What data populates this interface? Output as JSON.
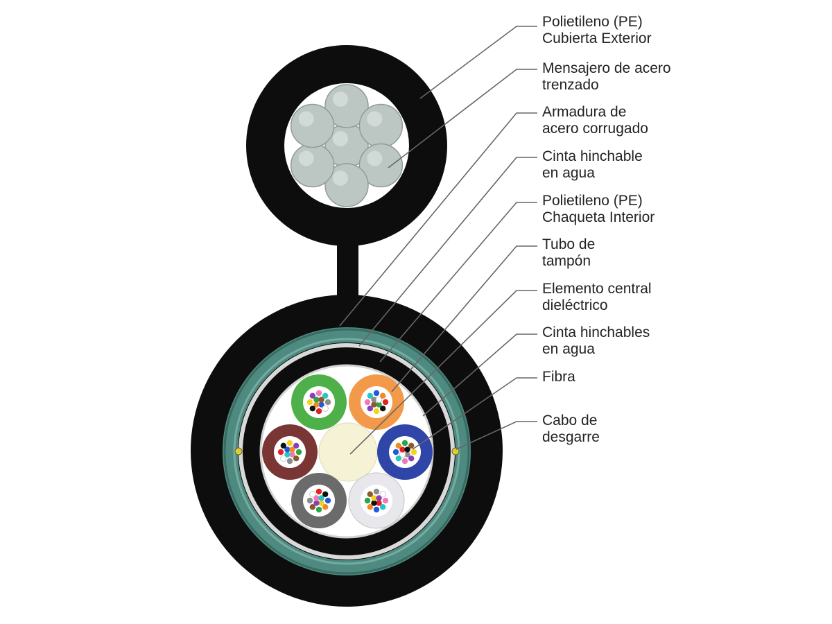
{
  "labels": [
    {
      "line1": "Polietileno (PE)",
      "line2": "Cubierta Exterior"
    },
    {
      "line1": "Mensajero de acero",
      "line2": "trenzado"
    },
    {
      "line1": "Armadura de",
      "line2": "acero corrugado"
    },
    {
      "line1": "Cinta hinchable",
      "line2": "en agua"
    },
    {
      "line1": "Polietileno (PE)",
      "line2": "Chaqueta Interior"
    },
    {
      "line1": "Tubo de",
      "line2": "tampón"
    },
    {
      "line1": "Elemento central",
      "line2": "dieléctrico"
    },
    {
      "line1": "Cinta hinchables",
      "line2": "en agua"
    },
    {
      "line1": "Fibra",
      "line2": ""
    },
    {
      "line1": "Cabo de",
      "line2": "desgarre"
    }
  ],
  "colors": {
    "jacket": "#0d0d0d",
    "armor": "#4f8a80",
    "steel_wire": "#bcc7c3",
    "central_member": "#f6f2d6",
    "leader_line": "#666666",
    "tubes": [
      "#4eb048",
      "#f39a4a",
      "#2f45a8",
      "#e8e8ec",
      "#6b6b6b",
      "#7a3535"
    ],
    "fibers": [
      "#1f5bd8",
      "#f08a24",
      "#2aa64a",
      "#8a5a2b",
      "#8c8c8c",
      "#ffffff",
      "#e02424",
      "#111111",
      "#f5d21c",
      "#8a3fb8",
      "#f07ab8",
      "#2bc4c4"
    ]
  }
}
